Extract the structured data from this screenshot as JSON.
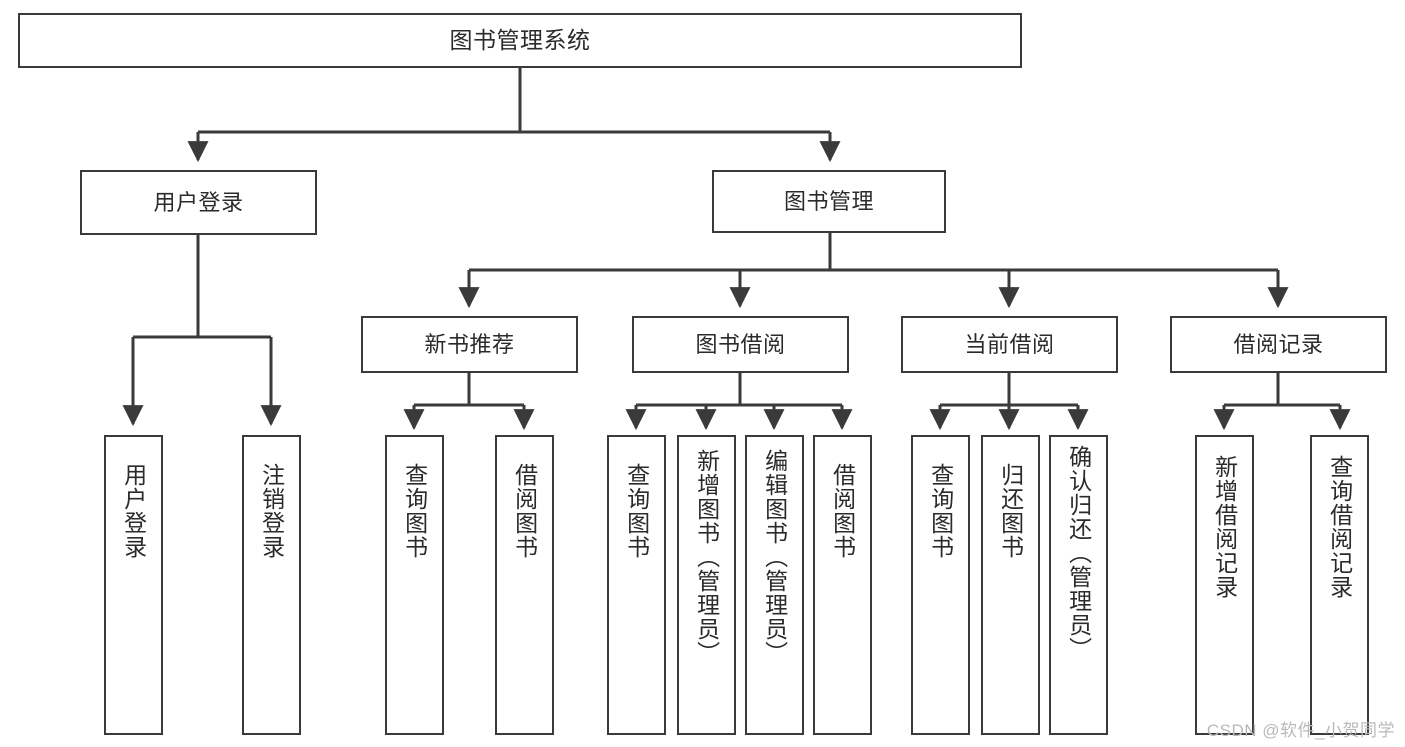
{
  "diagram": {
    "title": "图书管理系统",
    "watermark": "CSDN @软件_小贺同学",
    "line_color": "#3a3a3a",
    "background_color": "#ffffff",
    "text_color": "#2b2b2b",
    "nodes": {
      "root": "图书管理系统",
      "level1": [
        "用户登录",
        "图书管理"
      ],
      "level2": [
        "新书推荐",
        "图书借阅",
        "当前借阅",
        "借阅记录"
      ],
      "leaves": {
        "user_login": [
          "用户登录",
          "注销登录"
        ],
        "new_book_recommend": [
          "查询图书",
          "借阅图书"
        ],
        "book_borrow": [
          "查询图书",
          "新增图书（管理员）",
          "编辑图书（管理员）",
          "借阅图书"
        ],
        "current_borrow": [
          "查询图书",
          "归还图书",
          "确认归还（管理员）"
        ],
        "borrow_record": [
          "新增借阅记录",
          "查询借阅记录"
        ]
      }
    }
  }
}
